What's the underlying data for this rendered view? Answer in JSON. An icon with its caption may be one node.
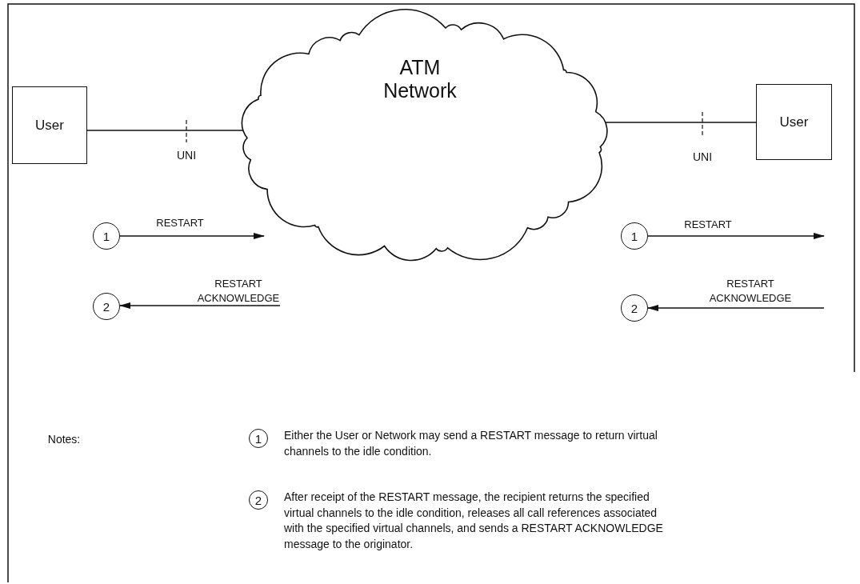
{
  "diagram": {
    "nodes": [
      {
        "text": [
          "User"
        ]
      },
      {
        "text": [
          "ATM Network"
        ]
      },
      {
        "text": [
          "User"
        ]
      },
      {
        "text": [
          "1"
        ]
      },
      {
        "text": [
          "2"
        ]
      },
      {
        "text": [
          "1"
        ]
      },
      {
        "text": [
          "2"
        ]
      },
      {
        "text": [
          "1"
        ],
        "beside": [
          "Either the User or Network may send a RESTART message to return virtual channels to the idle condition."
        ]
      },
      {
        "text": [
          "2"
        ],
        "beside": [
          "After receipt of the RESTART message, the recipient returns the specified virtual channels to the idle condition, releases all call references associated with the specified virtual channels, and sends a RESTART ACKNOWLEDGE message to the originator."
        ]
      }
    ],
    "edges": [
      {
        "from": 0,
        "to": 1,
        "arrow": "none"
      },
      {
        "from": 1,
        "to": 2,
        "arrow": "none"
      },
      {
        "from": 3,
        "to": null,
        "arrow": "to",
        "label": "RESTART"
      },
      {
        "from": null,
        "to": 4,
        "arrow": "to",
        "label": "RESTART ACKNOWLEDGE"
      },
      {
        "from": 5,
        "to": null,
        "arrow": "to",
        "label": "RESTART"
      },
      {
        "from": null,
        "to": 6,
        "arrow": "to",
        "label": "RESTART ACKNOWLEDGE"
      }
    ],
    "labels": [
      "UNI",
      "UNI",
      "Notes:"
    ]
  }
}
